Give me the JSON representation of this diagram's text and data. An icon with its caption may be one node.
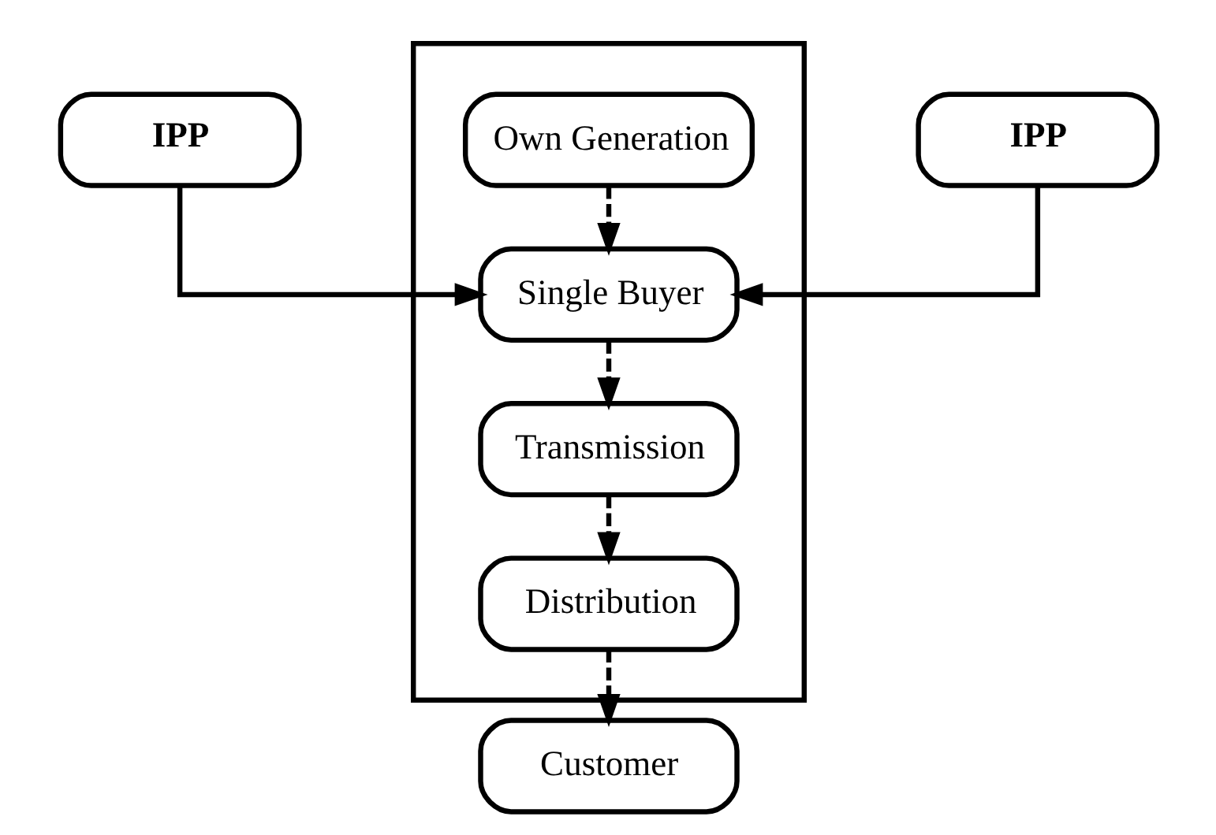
{
  "diagram": {
    "nodes": [
      {
        "text": [
          "IPP"
        ]
      },
      {
        "text": [],
        "shape": "box"
      },
      {
        "text": [
          "Own Generation"
        ],
        "in": 1
      },
      {
        "text": [
          "Single Buyer"
        ],
        "in": 1
      },
      {
        "text": [
          "Transmission"
        ],
        "in": 1
      },
      {
        "text": [
          "Distribution"
        ],
        "in": 1
      },
      {
        "text": [
          "IPP"
        ]
      },
      {
        "text": [
          "Customer"
        ]
      }
    ],
    "edges": [
      {
        "from": 0,
        "to": 3,
        "arrow": "to"
      },
      {
        "from": 6,
        "to": 3,
        "arrow": "to"
      },
      {
        "from": 2,
        "to": 3,
        "arrow": "to",
        "style": "dashed"
      },
      {
        "from": 3,
        "to": 4,
        "arrow": "to",
        "style": "dashed"
      },
      {
        "from": 4,
        "to": 5,
        "arrow": "to",
        "style": "dashed"
      },
      {
        "from": 5,
        "to": 7,
        "arrow": "to",
        "style": "dashed"
      }
    ]
  }
}
